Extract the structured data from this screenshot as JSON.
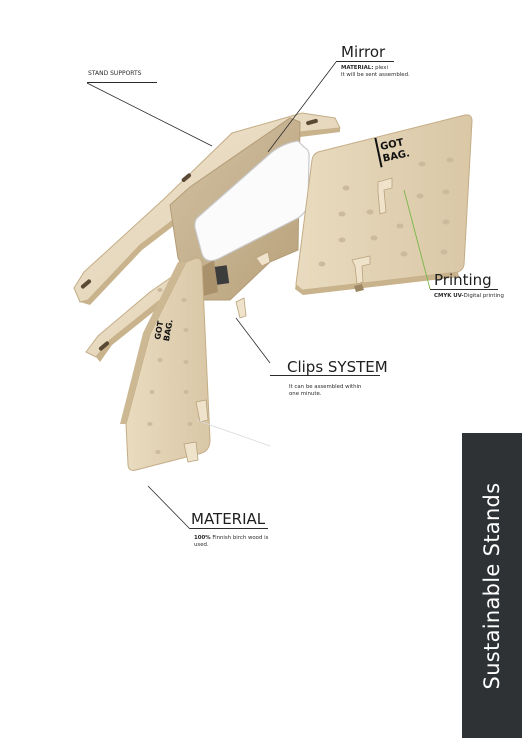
{
  "side_panel": {
    "title": "Sustainable Stands",
    "color": "#2f3234"
  },
  "colors": {
    "plywood": "#e7d9bf",
    "plywood_edge": "#c4ad86",
    "accent_line": "#7ab648",
    "ink": "#1e1e1e"
  },
  "labels": {
    "stand_supports": {
      "title": "STAND SUPPORTS"
    },
    "mirror": {
      "title": "Mirror",
      "line1_strong": "MATERIAL:",
      "line1_rest": " plexi",
      "line2": "It will be sent assembled."
    },
    "printing": {
      "title": "Printing",
      "line1_strong": "CMYK UV-",
      "line1_rest": "Digital printing"
    },
    "clips": {
      "title": "Clips SYSTEM",
      "line1": "It can be assembled within",
      "line2": "one minute."
    },
    "material": {
      "title": "MATERIAL",
      "line1_strong": "100%",
      "line1_rest": " Finnish birch wood is",
      "line2": "used."
    }
  },
  "logo": {
    "line1": "GOT",
    "line2": "BAG."
  }
}
